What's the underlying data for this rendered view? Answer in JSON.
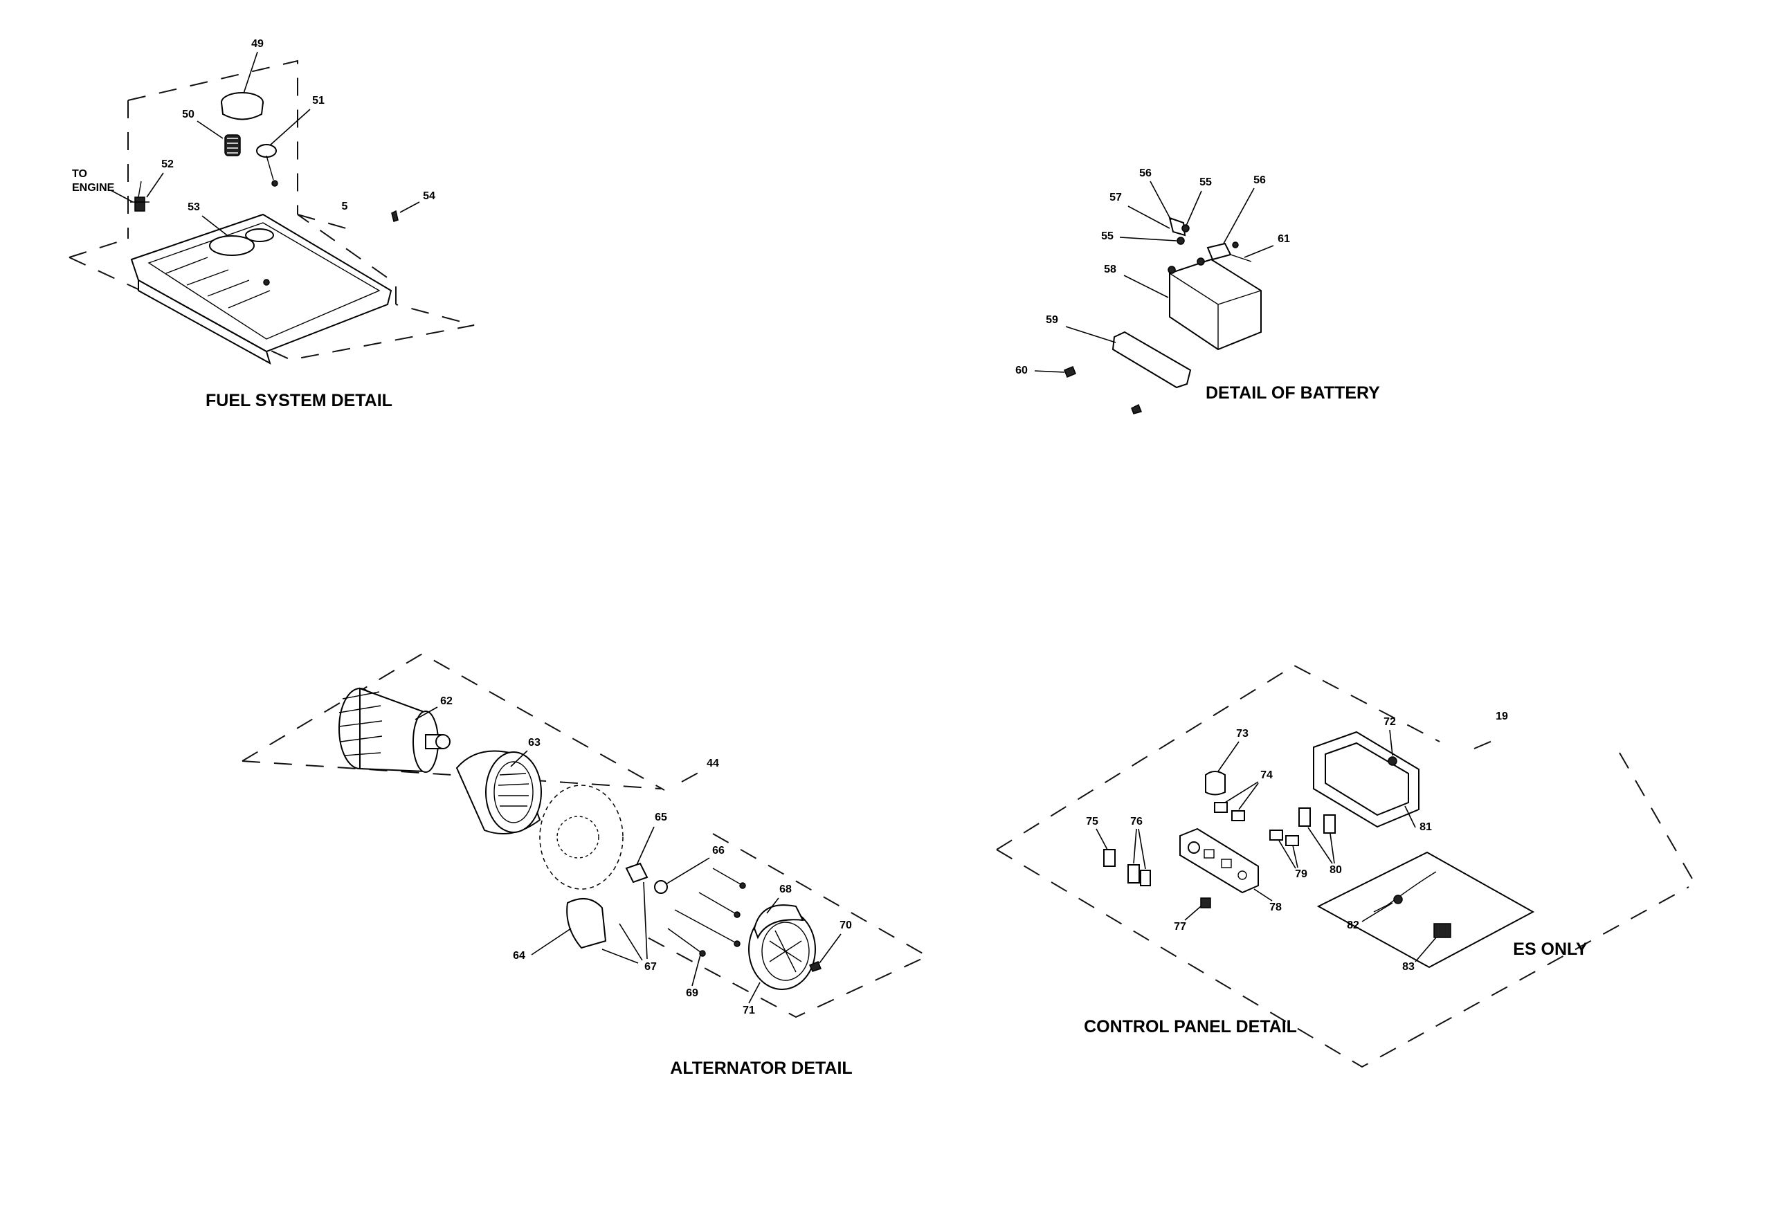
{
  "captions": {
    "fuel": "FUEL SYSTEM DETAIL",
    "battery": "DETAIL OF BATTERY",
    "alternator": "ALTERNATOR DETAIL",
    "control": "CONTROL PANEL DETAIL",
    "es_only": "ES ONLY",
    "to_engine_1": "TO",
    "to_engine_2": "ENGINE"
  },
  "callouts": {
    "fuel": [
      "49",
      "50",
      "51",
      "52",
      "53",
      "5",
      "54"
    ],
    "battery": [
      "56",
      "55",
      "56",
      "57",
      "55",
      "61",
      "58",
      "59",
      "60"
    ],
    "alternator": [
      "62",
      "63",
      "44",
      "65",
      "66",
      "68",
      "70",
      "64",
      "67",
      "69",
      "71"
    ],
    "control": [
      "19",
      "72",
      "73",
      "74",
      "75",
      "76",
      "81",
      "79",
      "80",
      "77",
      "78",
      "82",
      "83"
    ]
  }
}
